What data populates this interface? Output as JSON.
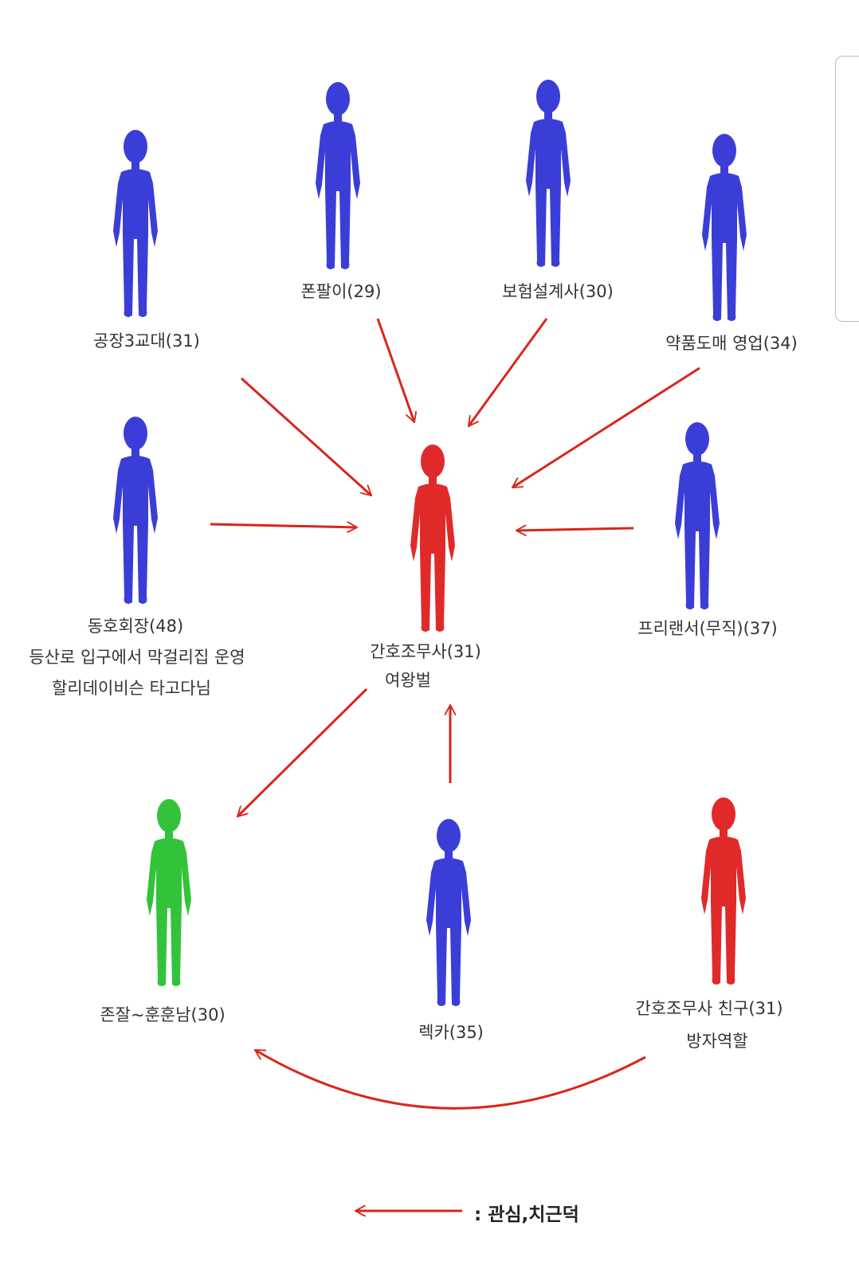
{
  "colors": {
    "male": "#3b3ed6",
    "female": "#e02a2a",
    "target": "#33c33a",
    "arrow": "#d9261c"
  },
  "people": [
    {
      "id": "factory",
      "lines": [
        "공장3교대(31)"
      ],
      "color": "male"
    },
    {
      "id": "phone",
      "lines": [
        "폰팔이(29)"
      ],
      "color": "male"
    },
    {
      "id": "insurance",
      "lines": [
        "보험설계사(30)"
      ],
      "color": "male"
    },
    {
      "id": "pharma",
      "lines": [
        "약품도매 영업(34)"
      ],
      "color": "male"
    },
    {
      "id": "club",
      "lines": [
        "동호회장(48)",
        "등산로 입구에서 막걸리집 운영",
        "할리데이비슨 타고다님"
      ],
      "color": "male"
    },
    {
      "id": "nurse",
      "lines": [
        "간호조무사(31)",
        "여왕벌"
      ],
      "color": "female"
    },
    {
      "id": "freelancer",
      "lines": [
        "프리랜서(무직)(37)"
      ],
      "color": "male"
    },
    {
      "id": "handsome",
      "lines": [
        "존잘~훈훈남(30)"
      ],
      "color": "target"
    },
    {
      "id": "wrecker",
      "lines": [
        "렉카(35)"
      ],
      "color": "male"
    },
    {
      "id": "friend",
      "lines": [
        "간호조무사 친구(31)",
        "방자역할"
      ],
      "color": "female"
    }
  ],
  "legend": {
    "text": ": 관심,치근덕"
  }
}
